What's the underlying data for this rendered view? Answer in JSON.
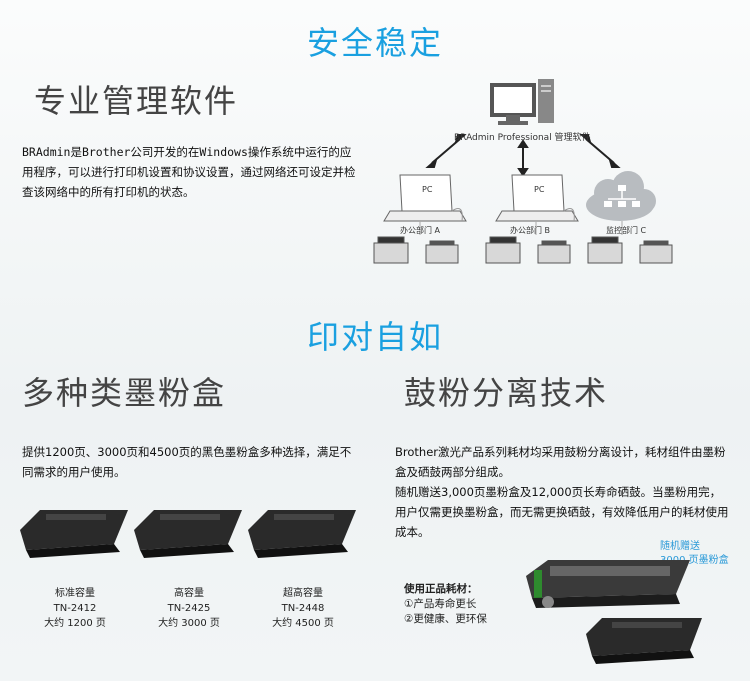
{
  "section1": {
    "title": "安全稳定",
    "heading": "专业管理软件",
    "paragraph": "BRAdmin是Brother公司开发的在Windows操作系统中运行的应用程序，可以进行打印机设置和协议设置，通过网络还可设定并检查该网络中的所有打印机的状态。",
    "diagram": {
      "server_label": "BRAdmin Professional 管理软件",
      "pc_label": "PC",
      "dept_a": "办公部门 A",
      "dept_b": "办公部门 B",
      "dept_c": "监控部门 C"
    }
  },
  "section2": {
    "title": "印对自如",
    "left": {
      "heading": "多种类墨粉盒",
      "paragraph": "提供1200页、3000页和4500页的黑色墨粉盒多种选择，满足不同需求的用户使用。",
      "cartridges": [
        {
          "type": "标准容量",
          "model": "TN-2412",
          "pages": "大约 1200 页"
        },
        {
          "type": "高容量",
          "model": "TN-2425",
          "pages": "大约 3000 页"
        },
        {
          "type": "超高容量",
          "model": "TN-2448",
          "pages": "大约 4500 页"
        }
      ]
    },
    "right": {
      "heading": "鼓粉分离技术",
      "paragraph1": "Brother激光产品系列耗材均采用鼓粉分离设计，耗材组件由墨粉盒及硒鼓两部分组成。",
      "paragraph2": "随机赠送3,000页墨粉盒及12,000页长寿命硒鼓。当墨粉用完，用户仅需更换墨粉盒，而无需更换硒鼓，有效降低用户的耗材使用成本。",
      "gift_line1": "随机赠送",
      "gift_line2": "3000 页墨粉盒",
      "benefits_title": "使用正品耗材：",
      "benefit1": "①产品寿命更长",
      "benefit2": "②更健康、更环保"
    }
  },
  "colors": {
    "accent": "#1aa0e0",
    "gift_text": "#2a9ad8"
  }
}
